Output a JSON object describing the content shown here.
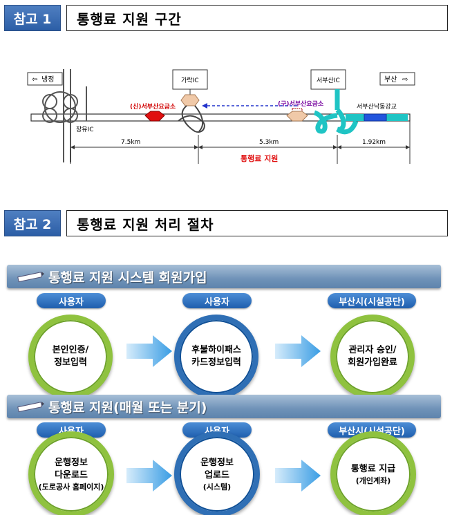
{
  "section1": {
    "badge": "참고 1",
    "title": "통행료 지원 구간"
  },
  "map": {
    "left_label": "냉정",
    "right_label": "부산",
    "ic_gaerak": "가락IC",
    "ic_seobusan": "서부산IC",
    "ic_jangyu": "장유IC",
    "tollgate_new": "(신)서부산요금소",
    "tollgate_old": "(구)서부산요금소",
    "bridge": "서부산낙동강교",
    "dist1": "7.5km",
    "dist2": "5.3km",
    "dist3": "1.92km",
    "support_label": "통행료 지원"
  },
  "section2": {
    "badge": "참고 2",
    "title": "통행료 지원 처리 절차"
  },
  "process1": {
    "banner": "통행료 지원 시스템 회원가입",
    "steps": [
      {
        "role": "사용자",
        "line1": "본인인증/",
        "line2": "정보입력",
        "line3": ""
      },
      {
        "role": "사용자",
        "line1": "후불하이패스",
        "line2": "카드정보입력",
        "line3": ""
      },
      {
        "role": "부산시(시설공단)",
        "line1": "관리자 승인/",
        "line2": "회원가입완료",
        "line3": ""
      }
    ]
  },
  "process2": {
    "banner": "통행료 지원(매월 또는 분기)",
    "steps": [
      {
        "role": "사용자",
        "line1": "운행정보",
        "line2": "다운로드",
        "line3": "(도로공사 홈페이지)"
      },
      {
        "role": "사용자",
        "line1": "운행정보",
        "line2": "업로드",
        "line3": "(시스템)"
      },
      {
        "role": "부산시(시설공단)",
        "line1": "통행료 지급",
        "line2": "(개인계좌)",
        "line3": ""
      }
    ]
  }
}
